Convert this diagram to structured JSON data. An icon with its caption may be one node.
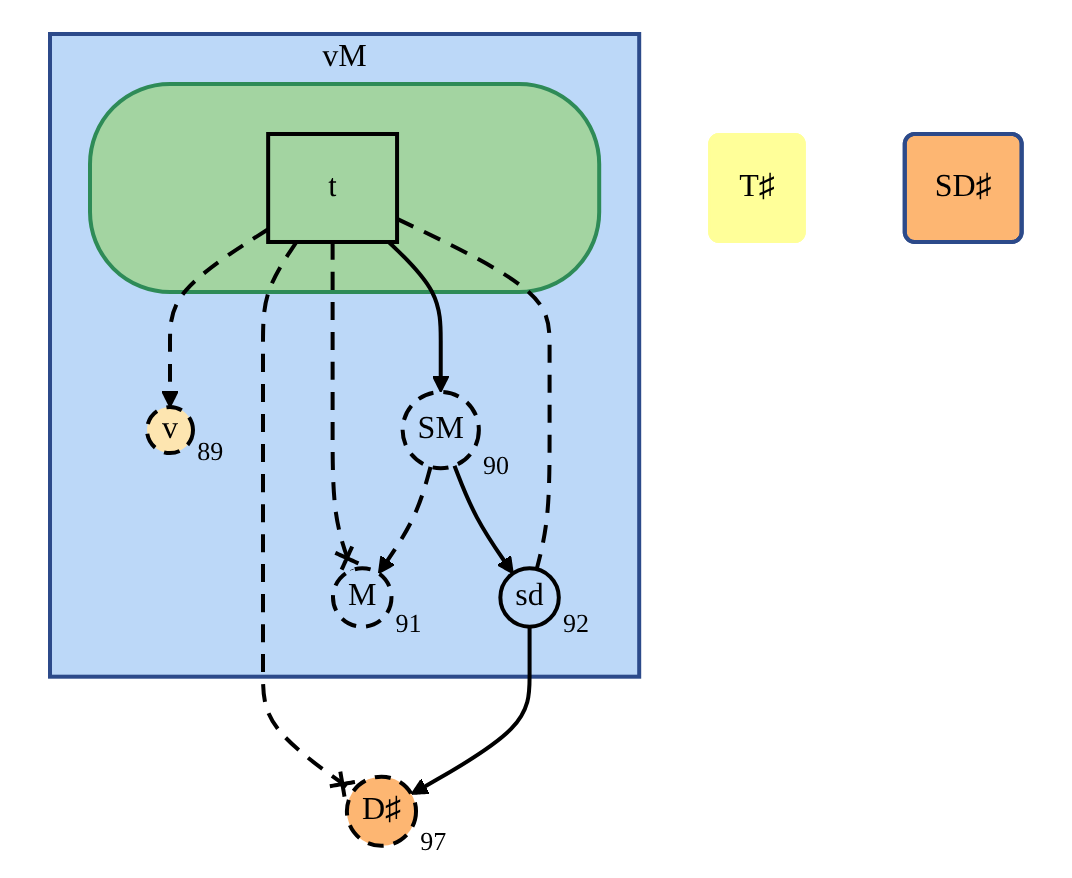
{
  "diagram": {
    "nodes": [
      {
        "text": [
          "vM"
        ]
      },
      {
        "text": [
          "v"
        ],
        "in": 0,
        "beside": [
          "89"
        ]
      },
      {
        "text": [
          "D♯"
        ],
        "beside": [
          "97"
        ]
      },
      {
        "text": [],
        "shape": "blob",
        "in": 0
      },
      {
        "text": [
          "M"
        ],
        "in": 0,
        "beside": [
          "91"
        ]
      },
      {
        "text": [
          "t"
        ],
        "in": 3
      },
      {
        "text": [
          "T♯"
        ]
      },
      {
        "text": [
          "SM"
        ],
        "in": 0,
        "beside": [
          "90"
        ]
      },
      {
        "text": [
          "sd"
        ],
        "in": 0,
        "beside": [
          "92"
        ]
      },
      {
        "text": [
          "SD♯"
        ]
      }
    ],
    "edges": [
      {
        "from": 5,
        "to": 1,
        "arrow": "to",
        "style": "dashed"
      },
      {
        "from": 5,
        "to": 2,
        "arrow": "other",
        "style": "dashed"
      },
      {
        "from": 5,
        "to": 4,
        "arrow": "other",
        "style": "dashed"
      },
      {
        "from": 5,
        "to": 7,
        "arrow": "to"
      },
      {
        "from": 7,
        "to": 4,
        "arrow": "to",
        "style": "dashed"
      },
      {
        "from": 5,
        "to": 8,
        "arrow": "none",
        "style": "dashed"
      },
      {
        "from": 8,
        "to": 2,
        "arrow": "to"
      },
      {
        "from": 7,
        "to": 8,
        "arrow": "to"
      }
    ]
  }
}
